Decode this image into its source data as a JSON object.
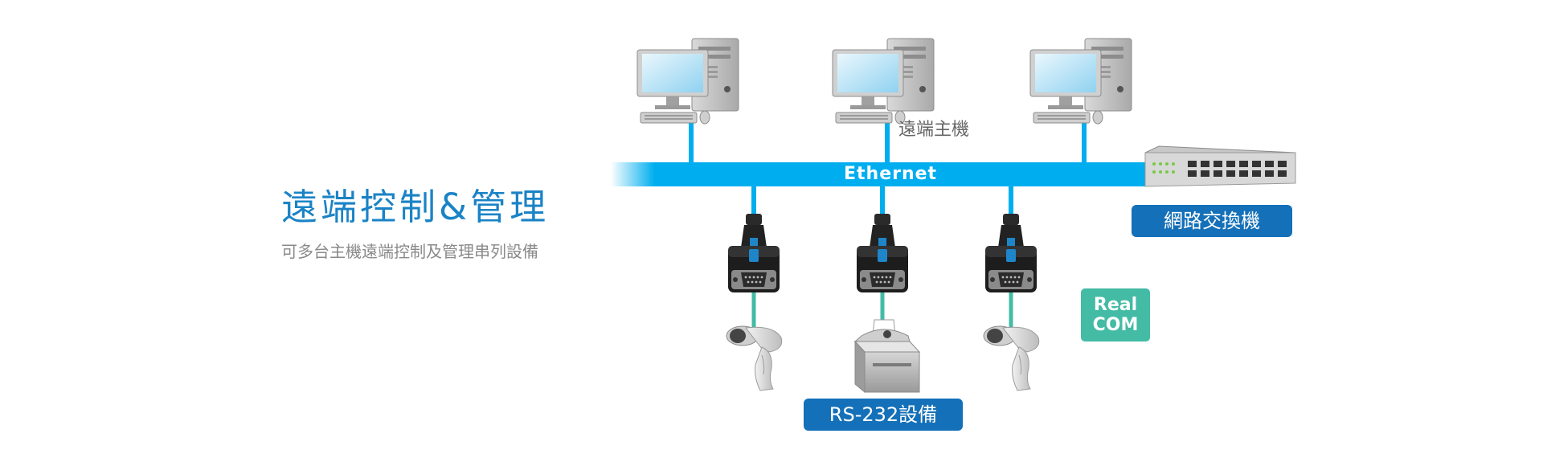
{
  "title": "遠端控制&管理",
  "subtitle": "可多台主機遠端控制及管理串列設備",
  "remote_host_label": "遠端主機",
  "ethernet_label": "Ethernet",
  "switch_label": "網路交換機",
  "device_label": "RS-232設備",
  "badge": {
    "line1": "Real",
    "line2": "COM"
  },
  "colors": {
    "ethernet": "#00aeef",
    "serial": "#43bba5",
    "pill": "#1470b8",
    "title": "#1a83c6"
  }
}
